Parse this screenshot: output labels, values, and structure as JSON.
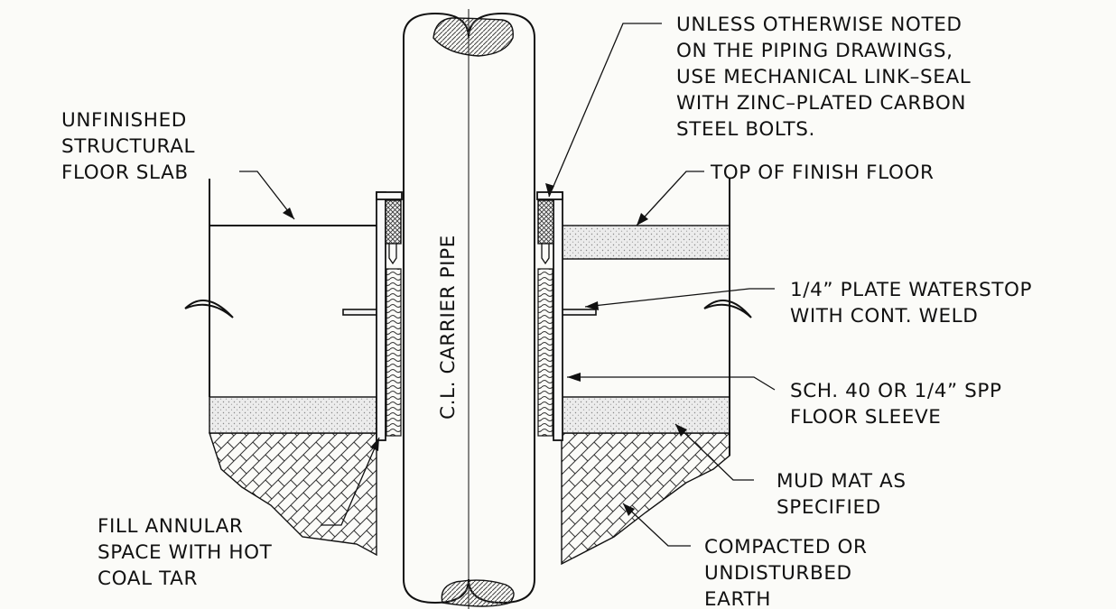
{
  "notes": {
    "seal": [
      "UNLESS OTHERWISE NOTED",
      "ON THE PIPING DRAWINGS,",
      "USE MECHANICAL LINK–SEAL",
      "WITH ZINC–PLATED CARBON",
      "STEEL BOLTS."
    ],
    "slab": [
      "UNFINISHED",
      "STRUCTURAL",
      "FLOOR SLAB"
    ],
    "finish_floor": [
      "TOP OF FINISH FLOOR"
    ],
    "waterstop": [
      "1/4” PLATE WATERSTOP",
      "WITH CONT. WELD"
    ],
    "sleeve": [
      "SCH. 40 OR 1/4” SPP",
      "FLOOR SLEEVE"
    ],
    "mud_mat": [
      "MUD MAT AS",
      "SPECIFIED"
    ],
    "annular": [
      "FILL ANNULAR",
      "SPACE WITH HOT",
      "COAL TAR"
    ],
    "earth": [
      "COMPACTED OR",
      "UNDISTURBED",
      "EARTH"
    ],
    "pipe": [
      "C.L. CARRIER PIPE"
    ]
  },
  "colors": {
    "line": "#111111",
    "paper": "#fbfbf8",
    "fill_light": "#e4e4e4"
  }
}
